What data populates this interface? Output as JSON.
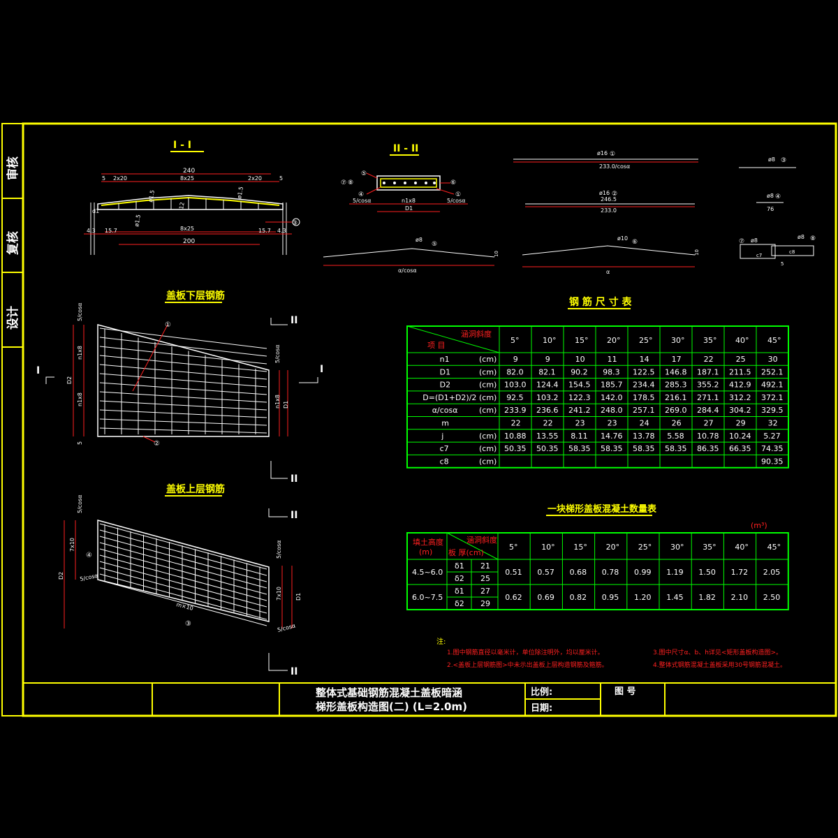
{
  "side_labels": [
    "审核",
    "复核",
    "设计"
  ],
  "section_I": {
    "label": "I - I",
    "dims": {
      "top_total": "240",
      "left_small": "5",
      "pitch1": "2x20",
      "span": "8x25",
      "right_pitch": "2x20",
      "right_small": "5",
      "h_left": "d1",
      "h_mid": "d2",
      "bottom_span": "8x25",
      "bottom_total": "200",
      "left_off": "4.3",
      "left_dim": "15.7",
      "right_dim": "15.7",
      "right_off": "4.3",
      "marker": "③",
      "lbl1": "ø1.5",
      "lbl2": "12",
      "lbl3": "ø1.5",
      "lbl4": "ø1.5"
    }
  },
  "section_II": {
    "label": "II - II",
    "marks": [
      "⑤",
      "⑥",
      "⑦",
      "⑧",
      "④",
      "①"
    ],
    "bottom": "n1x8",
    "d1": "D1",
    "left_cos": "5/cosα",
    "right_cos": "5/cosα"
  },
  "bars": {
    "b1": {
      "dia": "ø16",
      "mark": "①",
      "len": "233.0/cosα"
    },
    "b2": {
      "dia": "ø16",
      "mark": "②",
      "len1": "246.5",
      "len2": "233.0"
    },
    "b3": {
      "dia": "ø8",
      "mark": "③"
    },
    "b4": {
      "dia": "ø8",
      "mark": "④",
      "len": "76"
    },
    "b5": {
      "dia": "ø8",
      "mark": "⑤",
      "len": "α/cosα",
      "end": "10"
    },
    "b6": {
      "dia": "ø10",
      "mark": "⑥",
      "len": "α",
      "end": "10"
    },
    "b78": {
      "m7": "⑦",
      "m8": "⑧",
      "dia7": "ø8",
      "dia8": "ø8",
      "c7": "c7",
      "c8": "c8",
      "five": "5"
    }
  },
  "lower_view": {
    "title": "盖板下层钢筋",
    "section_left": "I",
    "section_right": "I",
    "sec_top": "II",
    "sec_bottom": "II",
    "mark1": "①",
    "mark2": "②",
    "d2": "D2",
    "d1": "D1",
    "n1x8a": "n1x8",
    "n1x8b": "n1x8",
    "n1x8c": "n1x8",
    "cos_top": "5/cosα",
    "cos_right": "5/cosα",
    "five": "5"
  },
  "upper_view": {
    "title": "盖板上层钢筋",
    "sec_top": "II",
    "sec_bottom": "II",
    "mark4": "④",
    "mark3": "③",
    "d2": "D2",
    "d1": "D1",
    "mx10": "7x10",
    "mx10b": "7x10",
    "cos_top": "5/cosα",
    "cos_left": "5/cosα",
    "cos_right": "5/cosα",
    "cos_bot": "5/cosα",
    "m10": "m×10"
  },
  "table1": {
    "title": "钢 筋 尺 寸 表",
    "corner_top": "涵洞斜度",
    "corner_bottom": "项 目",
    "angles": [
      "5°",
      "10°",
      "15°",
      "20°",
      "25°",
      "30°",
      "35°",
      "40°",
      "45°"
    ],
    "rows": [
      {
        "name": "n1",
        "unit": "(cm)",
        "vals": [
          "9",
          "9",
          "10",
          "11",
          "14",
          "17",
          "22",
          "25",
          "30"
        ]
      },
      {
        "name": "D1",
        "unit": "(cm)",
        "vals": [
          "82.0",
          "82.1",
          "90.2",
          "98.3",
          "122.5",
          "146.8",
          "187.1",
          "211.5",
          "252.1"
        ]
      },
      {
        "name": "D2",
        "unit": "(cm)",
        "vals": [
          "103.0",
          "124.4",
          "154.5",
          "185.7",
          "234.4",
          "285.3",
          "355.2",
          "412.9",
          "492.1"
        ]
      },
      {
        "name": "D=(D1+D2)/2",
        "unit": "(cm)",
        "vals": [
          "92.5",
          "103.2",
          "122.3",
          "142.0",
          "178.5",
          "216.1",
          "271.1",
          "312.2",
          "372.1"
        ]
      },
      {
        "name": "α/cosα",
        "unit": "(cm)",
        "vals": [
          "233.9",
          "236.6",
          "241.2",
          "248.0",
          "257.1",
          "269.0",
          "284.4",
          "304.2",
          "329.5"
        ]
      },
      {
        "name": "m",
        "unit": "",
        "vals": [
          "22",
          "22",
          "23",
          "23",
          "24",
          "26",
          "27",
          "29",
          "32"
        ]
      },
      {
        "name": "j",
        "unit": "(cm)",
        "vals": [
          "10.88",
          "13.55",
          "8.11",
          "14.76",
          "13.78",
          "5.58",
          "10.78",
          "10.24",
          "5.27"
        ]
      },
      {
        "name": "c7",
        "unit": "(cm)",
        "vals": [
          "50.35",
          "50.35",
          "58.35",
          "58.35",
          "58.35",
          "58.35",
          "86.35",
          "66.35",
          "74.35"
        ]
      },
      {
        "name": "c8",
        "unit": "(cm)",
        "vals": [
          "",
          "",
          "",
          "",
          "",
          "",
          "",
          "",
          "90.35"
        ]
      }
    ]
  },
  "table2": {
    "title": "一块梯形盖板混凝土数量表",
    "unit": "(m³)",
    "h1": "填土高度",
    "h1b": "(m)",
    "corner_top": "涵洞斜度",
    "corner_bottom": "板 厚(cm)",
    "angles": [
      "5°",
      "10°",
      "15°",
      "20°",
      "25°",
      "30°",
      "35°",
      "40°",
      "45°"
    ],
    "groups": [
      {
        "range": "4.5~6.0",
        "sub": [
          {
            "d": "δ1",
            "v": "21"
          },
          {
            "d": "δ2",
            "v": "25"
          }
        ],
        "vals": [
          "0.51",
          "0.57",
          "0.68",
          "0.78",
          "0.99",
          "1.19",
          "1.50",
          "1.72",
          "2.05"
        ]
      },
      {
        "range": "6.0~7.5",
        "sub": [
          {
            "d": "δ1",
            "v": "27"
          },
          {
            "d": "δ2",
            "v": "29"
          }
        ],
        "vals": [
          "0.62",
          "0.69",
          "0.82",
          "0.95",
          "1.20",
          "1.45",
          "1.82",
          "2.10",
          "2.50"
        ]
      }
    ]
  },
  "notes": {
    "head": "注:",
    "n1": "1.图中钢筋直径以毫米计，单位除注明外，均以厘米计。",
    "n2": "2.<盖板上层钢筋图>中未示出盖板上层构造钢筋及箍筋。",
    "n3": "3.图中尺寸α、b、h详见<矩形盖板构造图>。",
    "n4": "4.整体式钢筋混凝土盖板采用30号钢筋混凝土。"
  },
  "title_block": {
    "title1": "整体式基础钢筋混凝土盖板暗涵",
    "title2": "梯形盖板构造图(二) (L=2.0m)",
    "scale": "比例:",
    "date": "日期:",
    "drawing_no": "图  号"
  },
  "colors": {
    "frame": "#ffff00",
    "red": "#ff2020",
    "green": "#00ff00",
    "white": "#ffffff"
  }
}
